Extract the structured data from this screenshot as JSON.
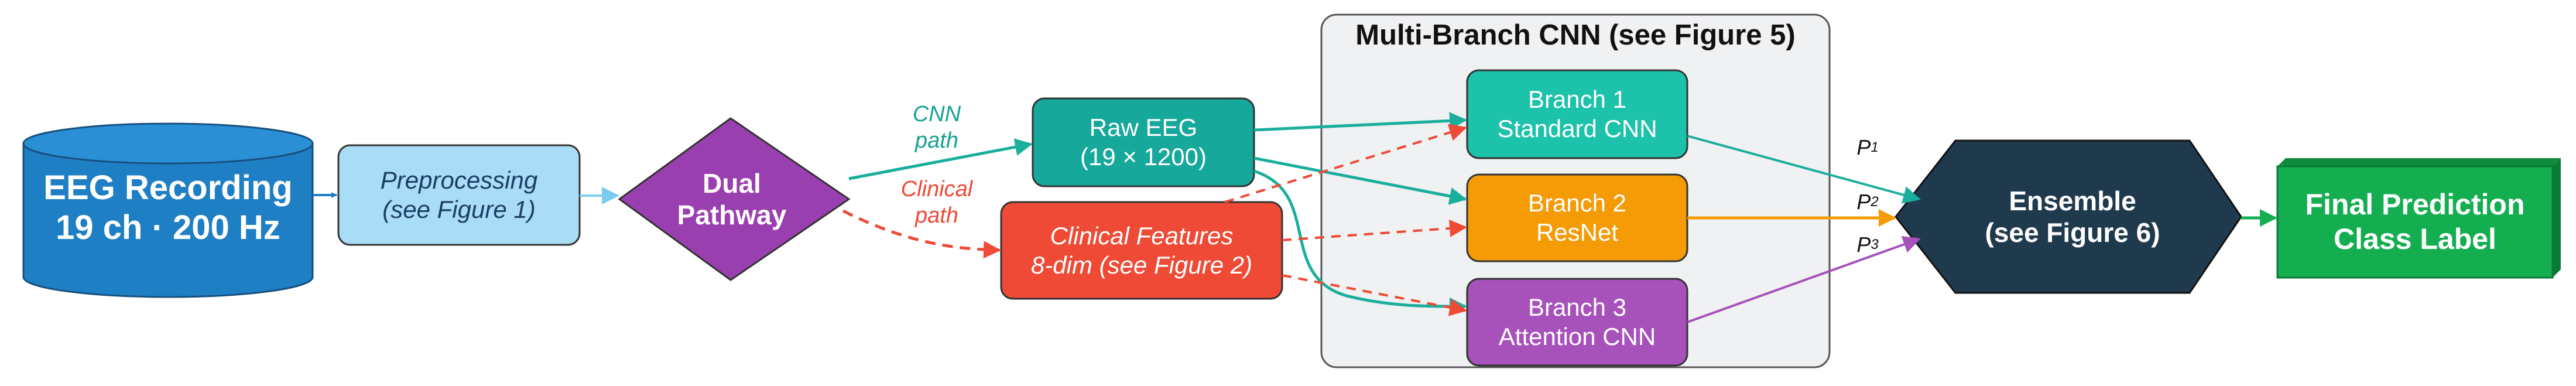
{
  "group": {
    "title": "Multi-Branch CNN  (see Figure 5)"
  },
  "nodes": {
    "eeg_recording": {
      "line1": "EEG Recording",
      "line2": "19 ch · 200 Hz"
    },
    "preprocessing": {
      "line1": "Preprocessing",
      "line2": "(see Figure 1)"
    },
    "dual_pathway": {
      "line1": "Dual",
      "line2": "Pathway"
    },
    "raw_eeg": {
      "line1": "Raw EEG",
      "line2": "(19 × 1200)"
    },
    "clinical_features": {
      "line1": "Clinical Features",
      "line2": "8-dim  (see Figure 2)"
    },
    "branch1": {
      "line1": "Branch 1",
      "line2": "Standard CNN"
    },
    "branch2": {
      "line1": "Branch 2",
      "line2": "ResNet"
    },
    "branch3": {
      "line1": "Branch 3",
      "line2": "Attention CNN"
    },
    "ensemble": {
      "line1": "Ensemble",
      "line2": "(see Figure 6)"
    },
    "final": {
      "line1": "Final Prediction",
      "line2": "Class Label"
    }
  },
  "edge_labels": {
    "cnn_path": {
      "line1": "CNN",
      "line2": "path"
    },
    "clinical_path": {
      "line1": "Clinical",
      "line2": "path"
    },
    "p1": {
      "base": "P",
      "sub": "1"
    },
    "p2": {
      "base": "P",
      "sub": "2"
    },
    "p3": {
      "base": "P",
      "sub": "3"
    }
  },
  "colors": {
    "cylinder": "#1f7fc4",
    "preprocessing": "#a9dcf5",
    "dual": "#9a3fb0",
    "raw_eeg": "#16a89a",
    "clinical": "#ee4a35",
    "branch1": "#1dc2ab",
    "branch2": "#f59b05",
    "branch3": "#a751bb",
    "ensemble": "#203a4d",
    "final": "#14ae50",
    "group_bg": "#f0f1f3",
    "teal_edge": "#1aae9c",
    "red_edge": "#ee4a35",
    "orange_edge": "#f59b05",
    "purple_edge": "#a751bb"
  }
}
